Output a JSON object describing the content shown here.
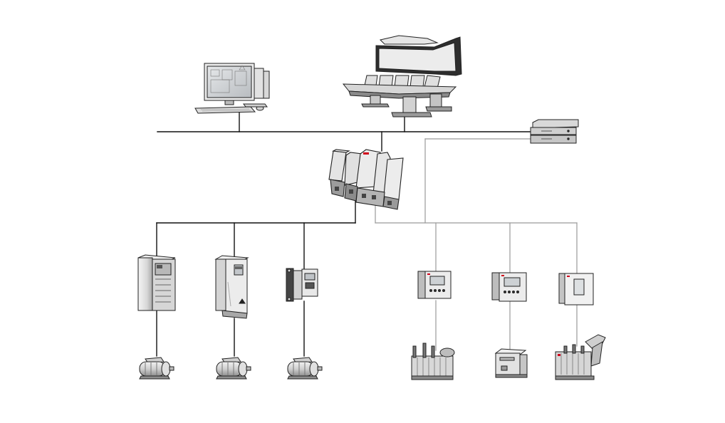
{
  "diagram": {
    "background": "#ffffff",
    "colors": {
      "control_bus": "#111111",
      "electrical_bus": "#9a9a9a",
      "device_body": "#e9e9e9",
      "device_shade": "#bdbdbd",
      "device_dark": "#555555",
      "screen": "#cfd3d6",
      "accent_red": "#d0021b"
    },
    "nodes": [
      {
        "id": "engineering-workstation",
        "icon": "workstation-icon"
      },
      {
        "id": "operator-console",
        "icon": "control-desk-icon"
      },
      {
        "id": "server",
        "icon": "server-rack-icon"
      },
      {
        "id": "controller",
        "icon": "plc-module-icon"
      },
      {
        "id": "drive-cabinet",
        "icon": "drive-cabinet-icon"
      },
      {
        "id": "wall-drive",
        "icon": "drive-icon"
      },
      {
        "id": "compact-drive",
        "icon": "compact-drive-icon"
      },
      {
        "id": "relay-1",
        "icon": "protection-relay-icon"
      },
      {
        "id": "relay-2",
        "icon": "protection-relay-icon"
      },
      {
        "id": "relay-3",
        "icon": "protection-relay-icon"
      },
      {
        "id": "motor-1",
        "icon": "motor-icon"
      },
      {
        "id": "motor-2",
        "icon": "motor-icon"
      },
      {
        "id": "motor-3",
        "icon": "motor-icon"
      },
      {
        "id": "power-transformer",
        "icon": "power-transformer-icon"
      },
      {
        "id": "switchgear-unit",
        "icon": "switchgear-icon"
      },
      {
        "id": "dry-transformer",
        "icon": "distribution-transformer-icon"
      }
    ]
  }
}
